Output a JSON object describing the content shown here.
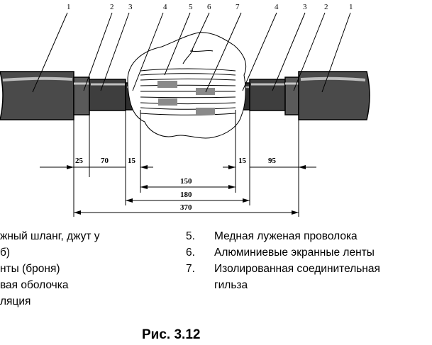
{
  "figure": {
    "part_labels": [
      "1",
      "2",
      "3",
      "4",
      "5",
      "6",
      "7",
      "4",
      "3",
      "2",
      "1"
    ],
    "dimensions": {
      "d25": "25",
      "d70": "70",
      "d15_left": "15",
      "d15_right": "15",
      "d95": "95",
      "d150": "150",
      "d180": "180",
      "d370": "370"
    }
  },
  "legend_left": [
    "жный шланг, джут у",
    "б)",
    "нты (броня)",
    "вая оболочка",
    "ляция"
  ],
  "legend_right": [
    {
      "num": "5.",
      "text": "Медная луженая проволока"
    },
    {
      "num": "6.",
      "text": "Алюминиевые экранные ленты"
    },
    {
      "num": "7.",
      "text": "Изолированная соединительная"
    },
    {
      "num": "",
      "text": "гильза"
    }
  ],
  "caption": "Рис. 3.12"
}
